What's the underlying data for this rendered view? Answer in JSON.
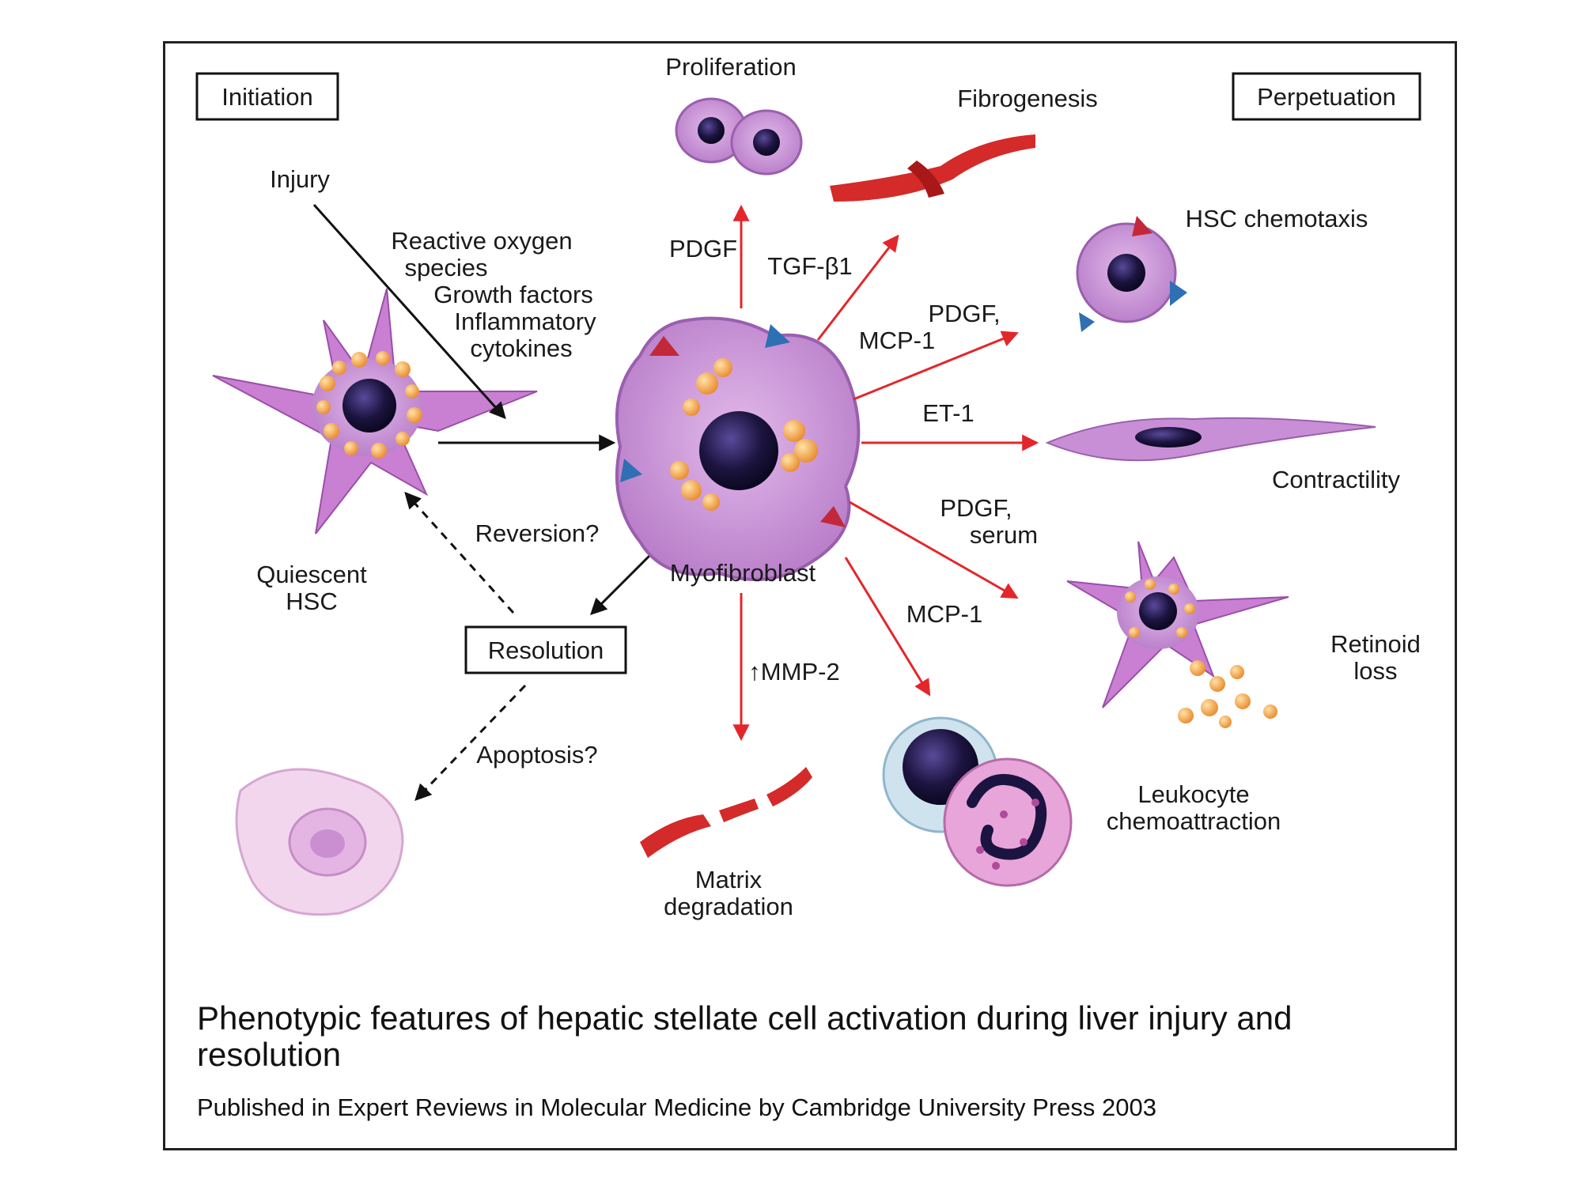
{
  "stages": {
    "initiation": "Initiation",
    "perpetuation": "Perpetuation",
    "resolution": "Resolution"
  },
  "labels": {
    "injury": "Injury",
    "stimuli": [
      "Reactive oxygen",
      "species",
      "Growth factors",
      "Inflammatory",
      "cytokines"
    ],
    "quiescent": [
      "Quiescent",
      "HSC"
    ],
    "reversion": "Reversion?",
    "apoptosis": "Apoptosis?",
    "myofibroblast": "Myofibroblast",
    "proliferation": "Proliferation",
    "pdgf": "PDGF",
    "tgf": "TGF-β1",
    "fibrogenesis": "Fibrogenesis",
    "hsc_chemotaxis": "HSC chemotaxis",
    "pdgf_mcp": [
      "PDGF,",
      "MCP-1"
    ],
    "et1": "ET-1",
    "contractility": "Contractility",
    "pdgf_serum": [
      "PDGF,",
      "serum"
    ],
    "retinoid_loss": [
      "Retinoid",
      "loss"
    ],
    "mcp1": "MCP-1",
    "mmp2": "↑MMP-2",
    "leukocyte": [
      "Leukocyte",
      "chemoattraction"
    ],
    "matrix": [
      "Matrix",
      "degradation"
    ]
  },
  "caption": {
    "title": "Phenotypic features of hepatic stellate cell activation during liver injury and resolution",
    "credit": "Published in Expert Reviews in Molecular Medicine by Cambridge University Press 2003"
  },
  "colors": {
    "arrow_red": "#e3262b",
    "arrow_black": "#111111",
    "cell_purple": "#c98fd6",
    "nucleus": "#1c1440",
    "lipid": "#f2a94a",
    "fiber_red": "#d42a2a"
  }
}
